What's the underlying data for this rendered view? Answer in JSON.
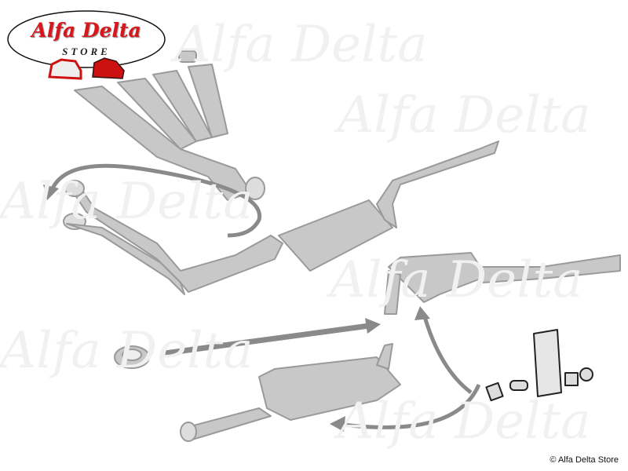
{
  "logo": {
    "title": "Alfa Delta",
    "subtitle": "STORE"
  },
  "watermark": "Alfa Delta",
  "copyright": "© Alfa Delta Store",
  "colors": {
    "part": "#c8c8c8",
    "outline": "#9a9a9a",
    "arrow": "#8a8a8a",
    "brand": "#d8161c"
  }
}
